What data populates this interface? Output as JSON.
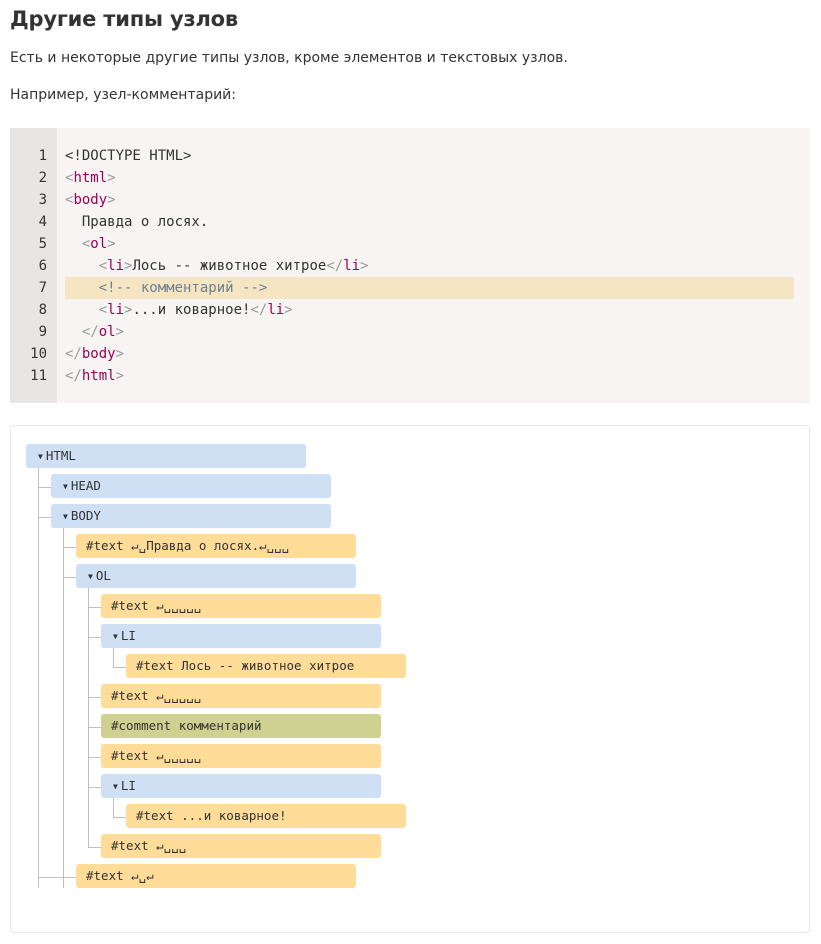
{
  "heading": "Другие типы узлов",
  "paragraphs": {
    "intro": "Есть и некоторые другие типы узлов, кроме элементов и текстовых узлов.",
    "example": "Например, узел-комментарий:"
  },
  "code": {
    "line_numbers": [
      "1",
      "2",
      "3",
      "4",
      "5",
      "6",
      "7",
      "8",
      "9",
      "10",
      "11"
    ],
    "lines": [
      "<!DOCTYPE HTML>",
      "<html>",
      "<body>",
      "  Правда о лосях.",
      "  <ol>",
      "    <li>Лось -- животное хитрое</li>",
      "    <!-- комментарий -->",
      "    <li>...и коварное!</li>",
      "  </ol>",
      "</body>",
      "</html>"
    ],
    "highlighted_line": 7
  },
  "tree": {
    "html": "HTML",
    "head": "HEAD",
    "body": "BODY",
    "text_pravda": "#text ↵␣Правда о лосях.↵␣␣␣",
    "text_pravda_label": "#text",
    "text_pravda_content": "Правда о лосях.",
    "ol": "OL",
    "text_ws1": "#text ↵␣␣␣␣␣",
    "li1": "LI",
    "text_los": "#text Лось -- животное хитрое",
    "text_ws2": "#text ↵␣␣␣␣␣",
    "comment": "#comment комментарий",
    "text_ws3": "#text ↵␣␣␣␣␣",
    "li2": "LI",
    "text_kovarnoe": "#text ...и коварное!",
    "text_ws4": "#text ↵␣␣␣",
    "text_ws5": "#text ↵␣↵"
  },
  "colors": {
    "element_node": "#cfe0f4",
    "text_node": "#ffdd99",
    "comment_node": "#cfd191",
    "code_background": "#f7f4f3",
    "highlight_line": "#f5e5c2",
    "tag_color": "#990055"
  }
}
